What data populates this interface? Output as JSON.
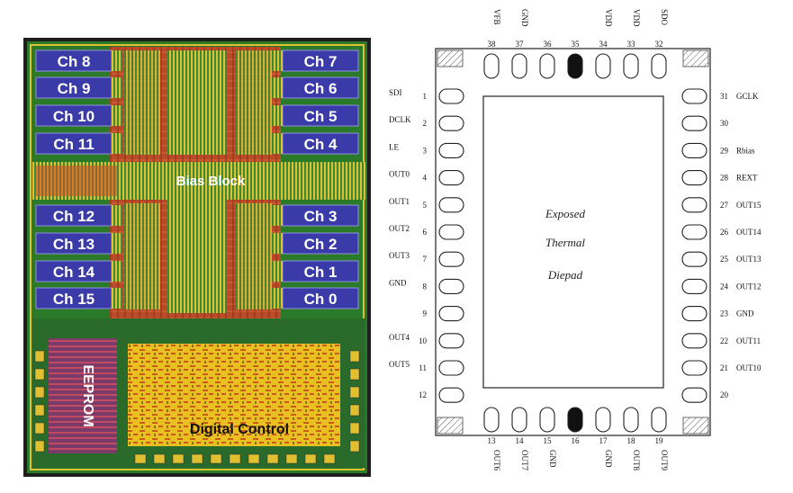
{
  "die": {
    "left_channels": [
      "Ch 8",
      "Ch 9",
      "Ch 10",
      "Ch 11",
      "Ch 12",
      "Ch 13",
      "Ch 14",
      "Ch 15"
    ],
    "right_channels": [
      "Ch 7",
      "Ch 6",
      "Ch 5",
      "Ch 4",
      "Ch 3",
      "Ch 2",
      "Ch 1",
      "Ch 0"
    ],
    "bias_block": "Bias Block",
    "eeprom": "EEPROM",
    "digital_control": "Digital Control",
    "colors": {
      "substrate": "#2a7a2a",
      "channel": "#3a3aa8",
      "routing": "#c8502a",
      "digital": "#e8c020"
    }
  },
  "package": {
    "thermal_pad": [
      "Exposed",
      "Thermal",
      "Diepad"
    ],
    "left_pins": [
      {
        "num": "1",
        "label": "SDI"
      },
      {
        "num": "2",
        "label": "DCLK"
      },
      {
        "num": "3",
        "label": "LE"
      },
      {
        "num": "4",
        "label": "OUT0"
      },
      {
        "num": "5",
        "label": "OUT1"
      },
      {
        "num": "6",
        "label": "OUT2"
      },
      {
        "num": "7",
        "label": "OUT3"
      },
      {
        "num": "8",
        "label": "GND"
      },
      {
        "num": "9",
        "label": ""
      },
      {
        "num": "10",
        "label": "OUT4"
      },
      {
        "num": "11",
        "label": "OUT5"
      },
      {
        "num": "12",
        "label": ""
      }
    ],
    "right_pins": [
      {
        "num": "31",
        "label": "GCLK"
      },
      {
        "num": "30",
        "label": ""
      },
      {
        "num": "29",
        "label": "Rbias"
      },
      {
        "num": "28",
        "label": "REXT"
      },
      {
        "num": "27",
        "label": "OUT15"
      },
      {
        "num": "26",
        "label": "OUT14"
      },
      {
        "num": "25",
        "label": "OUT13"
      },
      {
        "num": "24",
        "label": "OUT12"
      },
      {
        "num": "23",
        "label": "GND"
      },
      {
        "num": "22",
        "label": "OUT11"
      },
      {
        "num": "21",
        "label": "OUT10"
      },
      {
        "num": "20",
        "label": ""
      }
    ],
    "top_pins": [
      {
        "num": "38",
        "label": "VFB"
      },
      {
        "num": "37",
        "label": "GND"
      },
      {
        "num": "36",
        "label": ""
      },
      {
        "num": "35",
        "label": ""
      },
      {
        "num": "34",
        "label": "VDD"
      },
      {
        "num": "33",
        "label": "VDD"
      },
      {
        "num": "32",
        "label": "SDO"
      }
    ],
    "bottom_pins": [
      {
        "num": "13",
        "label": "OUT6"
      },
      {
        "num": "14",
        "label": "OUT7"
      },
      {
        "num": "15",
        "label": "GND"
      },
      {
        "num": "16",
        "label": ""
      },
      {
        "num": "17",
        "label": "GND"
      },
      {
        "num": "18",
        "label": "OUT8"
      },
      {
        "num": "19",
        "label": "OUT9"
      }
    ],
    "filled_pins": [
      "35",
      "16"
    ]
  }
}
